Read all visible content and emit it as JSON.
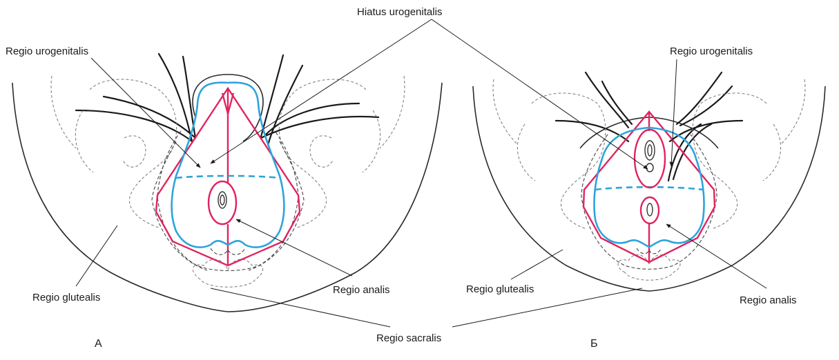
{
  "labels": {
    "hiatus_urogenitalis": "Hiatus urogenitalis",
    "regio_urogenitalis_a": "Regio urogenitalis",
    "regio_urogenitalis_b": "Regio urogenitalis",
    "regio_glutealis_a": "Regio glutealis",
    "regio_glutealis_b": "Regio glutealis",
    "regio_analis_a": "Regio analis",
    "regio_analis_b": "Regio analis",
    "regio_sacralis": "Regio sacralis",
    "panel_a": "А",
    "panel_b": "Б"
  },
  "colors": {
    "region_boundary": "#e0245e",
    "hiatus_boundary": "#2ea3dc",
    "outline": "#2a2a2a"
  }
}
